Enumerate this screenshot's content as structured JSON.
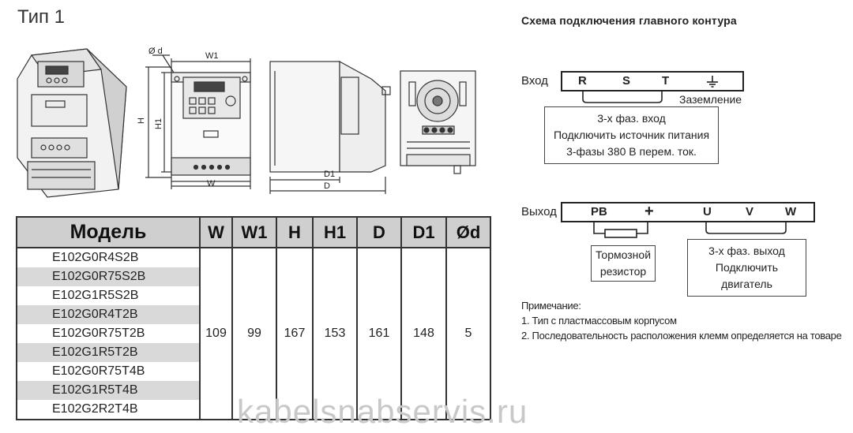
{
  "page_title": "Тип 1",
  "circuit": {
    "title": "Схема подключения главного контура",
    "input": {
      "label": "Вход",
      "terminals": [
        "R",
        "S",
        "T"
      ],
      "ground_icon": "ground-icon",
      "ground_label": "Заземление",
      "note_lines": [
        "3-х фаз. вход",
        "Подключить источник питания",
        "3-фазы 380 В перем. ток."
      ]
    },
    "output": {
      "label": "Выход",
      "terminals": [
        "PB",
        "+",
        "U",
        "V",
        "W"
      ],
      "brake_note_lines": [
        "Тормозной",
        "резистор"
      ],
      "motor_note_lines": [
        "3-х фаз. выход",
        "Подключить",
        "двигатель"
      ]
    }
  },
  "notes": {
    "title": "Примечание:",
    "items": [
      "1. Тип с пластмассовым корпусом",
      "2. Последовательность расположения клемм определяется на товаре"
    ]
  },
  "drawing_labels": {
    "od": "Ø d",
    "w1": "W1",
    "w": "W",
    "h": "H",
    "h1": "H1",
    "d1": "D1",
    "d": "D"
  },
  "table": {
    "headers": [
      "Модель",
      "W",
      "W1",
      "H",
      "H1",
      "D",
      "D1",
      "Ød"
    ],
    "models": [
      "E102G0R4S2B",
      "E102G0R75S2B",
      "E102G1R5S2B",
      "E102G0R4T2B",
      "E102G0R75T2B",
      "E102G1R5T2B",
      "E102G0R75T4B",
      "E102G1R5T4B",
      "E102G2R2T4B"
    ],
    "values": [
      "109",
      "99",
      "167",
      "153",
      "161",
      "148",
      "5"
    ]
  },
  "watermark": "kabelsnabservis.ru"
}
